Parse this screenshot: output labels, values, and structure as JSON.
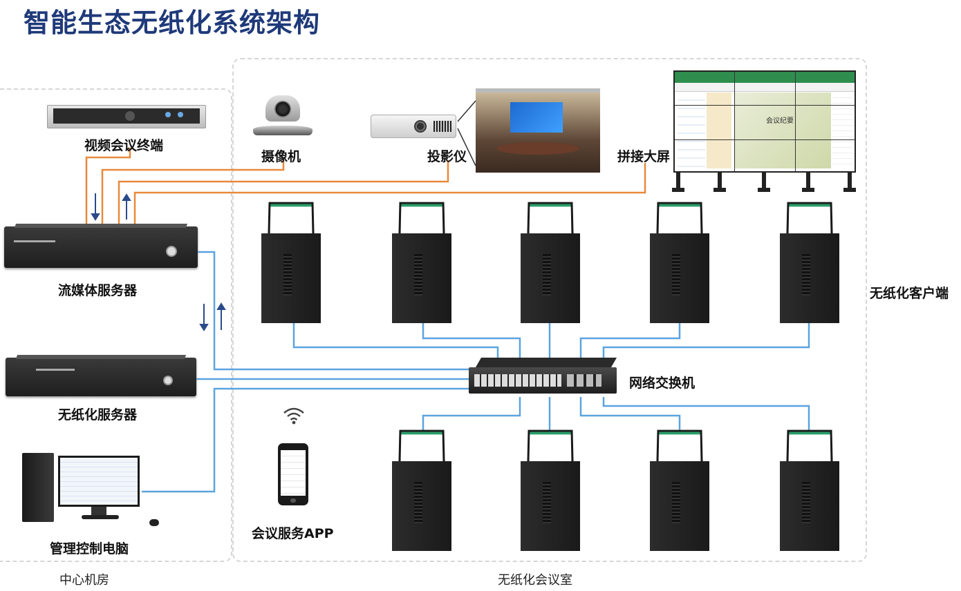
{
  "title": "智能生态无纸化系统架构",
  "zones": {
    "center_room": "中心机房",
    "meeting_room": "无纸化会议室"
  },
  "devices": {
    "video_terminal": "视频会议终端",
    "media_server": "流媒体服务器",
    "paperless_server": "无纸化服务器",
    "control_pc": "管理控制电脑",
    "camera": "摄像机",
    "projector": "投影仪",
    "video_wall": "拼接大屏",
    "switch": "网络交换机",
    "paperless_client": "无纸化客户端",
    "meeting_app": "会议服务APP"
  },
  "screen_text": {
    "video_wall_content": "会议纪要"
  },
  "colors": {
    "title": "#1f3a7a",
    "av_link": "#e8893a",
    "network_link": "#5ba3e0",
    "arrow": "#2a4a8a",
    "device_dark": "#2a2a2a"
  }
}
